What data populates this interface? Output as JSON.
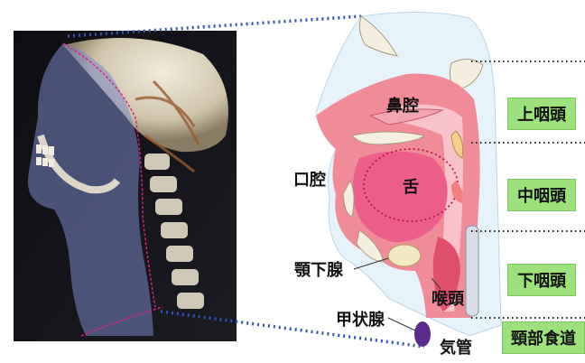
{
  "labels": {
    "nasal_cavity": "鼻腔",
    "oral_cavity": "口腔",
    "tongue": "舌",
    "submandibular_gland": "顎下腺",
    "larynx": "喉頭",
    "thyroid": "甲状腺",
    "trachea": "気管"
  },
  "regions": {
    "nasopharynx": "上咽頭",
    "oropharynx": "中咽頭",
    "hypopharynx": "下咽頭",
    "cervical_esophagus": "頸部食道"
  },
  "colors": {
    "pharynx_tissue": "#f08c98",
    "airway": "#f7c2c9",
    "bone_fill": "#f4efe0",
    "region_box": "#9ce27c",
    "dotted_line": "#3355bb",
    "thyroid": "#5a2a8c"
  }
}
